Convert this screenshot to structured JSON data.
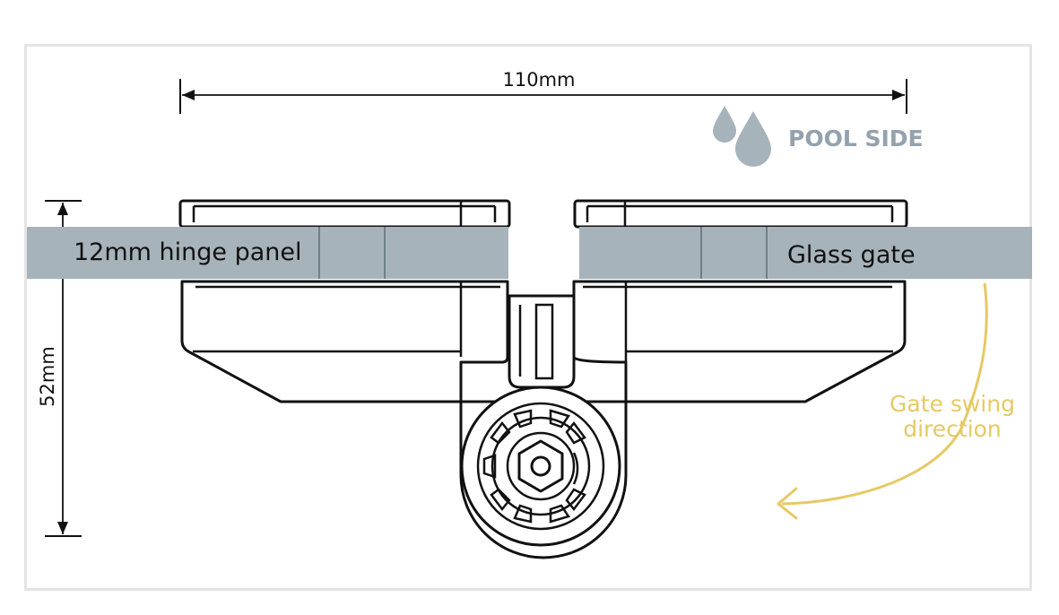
{
  "dimensions": {
    "width_label": "110mm",
    "height_label": "52mm"
  },
  "labels": {
    "pool_side": "POOL SIDE",
    "hinge_panel": "12mm hinge panel",
    "glass_gate": "Glass gate",
    "swing_line1": "Gate swing",
    "swing_line2": "direction"
  },
  "colors": {
    "glass": "#a7b3bb",
    "pool_side": "#93a2ad",
    "swing_arrow": "#e6c965",
    "outline": "#111111",
    "frame_border": "#e4e4e4"
  },
  "icons": [
    "water-drops-icon",
    "swing-arrow-icon",
    "hex-nut-icon"
  ]
}
